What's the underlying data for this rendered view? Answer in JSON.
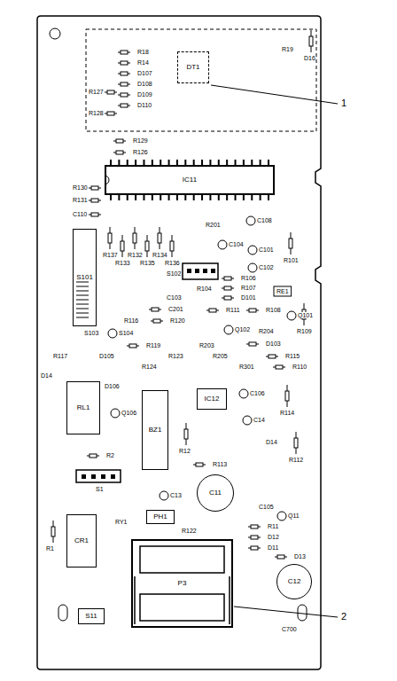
{
  "diagram": {
    "nodes": [
      {
        "text": [
          "DT1"
        ]
      },
      {
        "text": [
          "IC11"
        ]
      },
      {
        "text": [
          "S101"
        ]
      },
      {
        "text": [
          "RL1"
        ]
      },
      {
        "text": [
          "BZ1"
        ]
      },
      {
        "text": [
          "IC12"
        ]
      },
      {
        "text": [
          "C11"
        ]
      },
      {
        "text": [
          "PH1"
        ]
      },
      {
        "text": [
          "CR1"
        ]
      },
      {
        "text": [
          "P3"
        ]
      },
      {
        "text": [
          "C12"
        ]
      },
      {
        "text": [
          "S11"
        ]
      }
    ],
    "labels": [
      "R18",
      "R14",
      "D107",
      "D108",
      "D109",
      "D110",
      "R127",
      "R128",
      "R19",
      "D16",
      "R129",
      "R126",
      "R130",
      "R131",
      "C110",
      "R137",
      "R133",
      "R132",
      "R135",
      "R134",
      "R136",
      "R201",
      "C108",
      "R101",
      "C104",
      "C101",
      "C102",
      "S102",
      "R106",
      "R104",
      "R107",
      "D101",
      "RE1",
      "C103",
      "C201",
      "R111",
      "R108",
      "Q101",
      "R116",
      "R120",
      "S103",
      "S104",
      "Q102",
      "R204",
      "D103",
      "R109",
      "R119",
      "R203",
      "R115",
      "R117",
      "D105",
      "R123",
      "R205",
      "R110",
      "R301",
      "R124",
      "D14",
      "D106",
      "Q106",
      "C106",
      "R114",
      "C14",
      "D14",
      "R12",
      "R2",
      "R113",
      "R112",
      "C13",
      "C105",
      "S1",
      "Q11",
      "R11",
      "D12",
      "D11",
      "D13",
      "R1",
      "RY1",
      "R122",
      "C700",
      "1",
      "2"
    ]
  }
}
